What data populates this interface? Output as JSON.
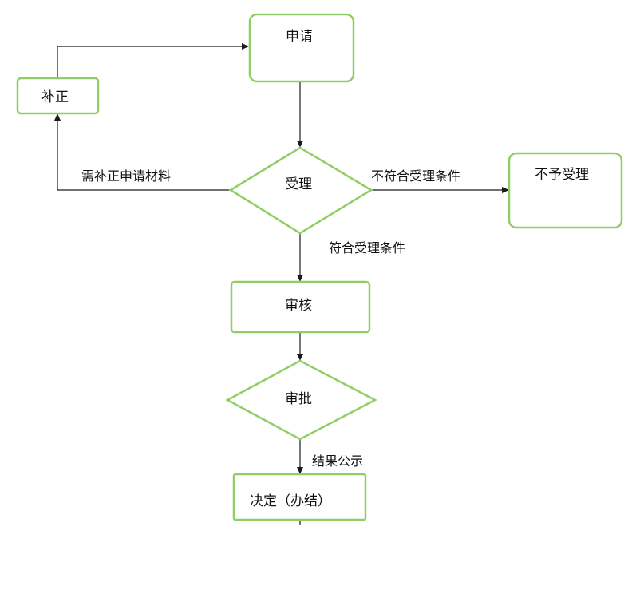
{
  "diagram": {
    "nodes": {
      "apply": "申请",
      "supplement": "补正",
      "accept": "受理",
      "reject": "不予受理",
      "review": "审核",
      "approve": "审批",
      "decision": "决定（办结）"
    },
    "edges": {
      "need_supplement": "需补正申请材料",
      "not_eligible": "不符合受理条件",
      "eligible": "符合受理条件",
      "publish_result": "结果公示"
    },
    "colors": {
      "node_border": "#8fce64",
      "line": "#1a1a1a",
      "text": "#111111"
    }
  }
}
